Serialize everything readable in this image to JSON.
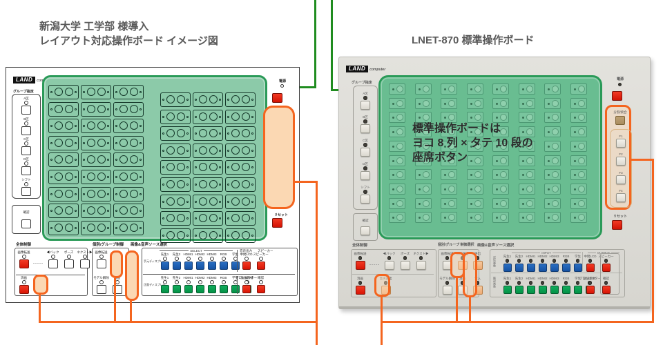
{
  "titles": {
    "left_line1": "新潟大学 工学部 様導入",
    "left_line2": "レイアウト対応操作ボード イメージ図",
    "right": "LNET-870 標準操作ボード"
  },
  "brand": {
    "logo": "LAND",
    "logo_sub": "computer"
  },
  "colors": {
    "line_green": "#1f8c1f",
    "highlight_orange": "#f4651f",
    "highlight_orange_fill": "#fbd8b3",
    "overlay_green_fill": "#69bd91",
    "overlay_green_border": "#2a9a58",
    "button_red": "#d91505",
    "button_blue": "#1653a3",
    "button_green": "#049247"
  },
  "common": {
    "group_select_title": "グループ指定",
    "group_buttons": [
      "A区",
      "B区",
      "C区",
      "D区",
      "シフト"
    ],
    "confirm_label": "確認",
    "power_label": "電源",
    "reset_label": "リセット"
  },
  "left_board": {
    "seat_blocks": [
      {
        "cols": 3,
        "rows": 9
      },
      {
        "cols": 3,
        "rows": 9
      }
    ],
    "seat_buttons_per_cell": 2,
    "controls": {
      "all": {
        "title": "全体制御",
        "row1": [
          {
            "label": "画像転送",
            "color": "red"
          },
          {
            "t": "dash",
            "text": "-----"
          },
          {
            "label": "◀バック",
            "color": "white"
          },
          {
            "label": "ポーズ",
            "color": "white"
          },
          {
            "label": "ネクスト▶",
            "color": "white"
          }
        ],
        "row2": [
          {
            "label": "消画",
            "color": "red"
          }
        ]
      },
      "group": {
        "title": "個別/グループ制御",
        "row1": [
          {
            "label": "画像転送",
            "color": "white"
          }
        ],
        "row2": [
          {
            "label": "モデル解除",
            "color": "white"
          },
          {
            "label": "消画",
            "color": "white"
          }
        ]
      },
      "source": {
        "title": "画像&音声ソース選択",
        "select_header": "SELECT",
        "row1_side": "手元ディスプレイ",
        "row2_side": "正面ディスプレイ",
        "out_header1": "音声出力",
        "out_header2": "スピーカー",
        "row1": [
          {
            "label": "先生1",
            "color": "blue"
          },
          {
            "label": "先生2",
            "color": "blue"
          },
          {
            "label": "HDMI1",
            "color": "blue"
          },
          {
            "label": "HDMI2",
            "color": "blue"
          },
          {
            "label": "HDMI3",
            "color": "blue"
          },
          {
            "label": "RGB",
            "color": "blue"
          },
          {
            "label": "学生",
            "color": "blue"
          }
        ],
        "row1_out": [
          {
            "label": "中間LCD",
            "color": "red"
          },
          {
            "label": "スピーカー",
            "color": "red"
          }
        ],
        "row2": [
          {
            "label": "先生1",
            "color": "green"
          },
          {
            "label": "先生2",
            "color": "green"
          },
          {
            "label": "HDMI1",
            "color": "green"
          },
          {
            "label": "HDMI2",
            "color": "green"
          },
          {
            "label": "HDMI3",
            "color": "green"
          },
          {
            "label": "RGB",
            "color": "green"
          },
          {
            "label": "学生",
            "color": "green"
          },
          {
            "label": "放送教材",
            "color": "green"
          }
        ],
        "row2_out": [
          {
            "label": "プロジェクター",
            "color": "red"
          },
          {
            "label": "確認",
            "color": "red"
          }
        ]
      }
    }
  },
  "right_board": {
    "model_note": {
      "line1": "標準操作ボードは",
      "line2": "ヨコ 8 列 × タテ 10 段の",
      "line3": "座席ボタン"
    },
    "seat_grid": {
      "cols": 8,
      "rows": 10
    },
    "f_panel": {
      "title": "分割/統合",
      "buttons": [
        "F1",
        "F2",
        "F3",
        "F4"
      ]
    },
    "controls": {
      "all": {
        "title": "全体制御",
        "row1": [
          {
            "label": "画像転送",
            "color": "red"
          },
          {
            "t": "dash",
            "text": "-----"
          },
          {
            "label": "◀バック",
            "color": "beige"
          },
          {
            "label": "ポーズ",
            "color": "beige"
          },
          {
            "label": "ネクスト▶",
            "color": "beige"
          }
        ],
        "row2": [
          {
            "label": "消画",
            "color": "red"
          },
          {
            "t": "gap",
            "w": 10
          },
          {
            "label": "音声送出",
            "color": "peach"
          }
        ]
      },
      "group": {
        "title": "個別/グループ 制御選択",
        "row1": [
          {
            "label": "画像転送",
            "color": "beige"
          },
          {
            "label": "音声送出",
            "color": "peach"
          },
          {
            "label": "呼出",
            "color": "peach"
          }
        ],
        "row2": [
          {
            "label": "モデル解除",
            "color": "beige"
          },
          {
            "label": "消画",
            "color": "beige"
          },
          {
            "label": "介入",
            "color": "peach"
          }
        ]
      },
      "source": {
        "title": "画像&音声ソース選択",
        "input_header": "INPUT",
        "output_header": "OUTPUT",
        "row1_side": "送信画像",
        "row2_side": "確認画像",
        "row1": [
          {
            "label": "先生1",
            "color": "blue"
          },
          {
            "label": "先生2",
            "color": "blue"
          },
          {
            "label": "HDMI1",
            "color": "blue"
          },
          {
            "label": "HDMI2",
            "color": "blue"
          },
          {
            "label": "HDMI3",
            "color": "blue"
          },
          {
            "label": "RGB",
            "color": "blue"
          },
          {
            "label": "学生",
            "color": "blue"
          }
        ],
        "row1_out": [
          {
            "label": "中間LCD",
            "color": "red"
          },
          {
            "label": "スピーカー",
            "color": "red"
          }
        ],
        "row2": [
          {
            "label": "先生1",
            "color": "green"
          },
          {
            "label": "先生2",
            "color": "green"
          },
          {
            "label": "HDMI1",
            "color": "green"
          },
          {
            "label": "HDMI2",
            "color": "green"
          },
          {
            "label": "HDMI3",
            "color": "green"
          },
          {
            "label": "RGB",
            "color": "green"
          },
          {
            "label": "学生",
            "color": "green"
          },
          {
            "label": "放送教材",
            "color": "green"
          }
        ],
        "row2_out": [
          {
            "label": "プロジェクター",
            "color": "red"
          },
          {
            "label": "確認",
            "color": "red"
          }
        ]
      }
    }
  }
}
